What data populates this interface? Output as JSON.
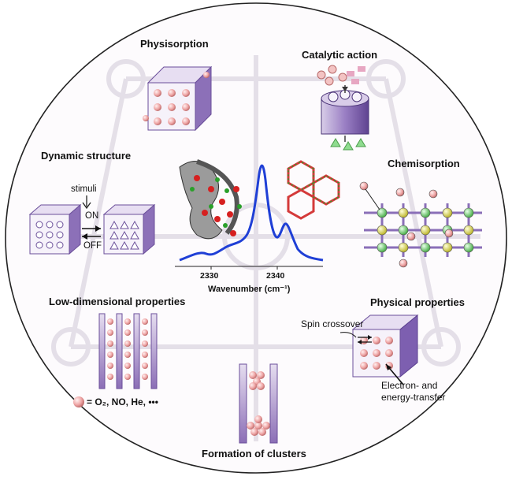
{
  "labels": {
    "physisorption": "Physisorption",
    "catalytic": "Catalytic action",
    "dynamic": "Dynamic structure",
    "chemisorption": "Chemisorption",
    "low_dim": "Low-dimensional properties",
    "physical": "Physical properties",
    "formation": "Formation of clusters"
  },
  "switch": {
    "stimuli": "stimuli",
    "on": "ON",
    "off": "OFF"
  },
  "physical_notes": {
    "spin": "Spin crossover",
    "electron_1": "Electron- and",
    "electron_2": "energy-transfer"
  },
  "legend_text": "= O₂, NO, He, •••",
  "spectrum": {
    "xlabel": "Wavenumber (cm⁻¹)",
    "ticks": [
      "2330",
      "2340"
    ]
  },
  "colors": {
    "accent_purple": "#8a6fb8",
    "spectrum_blue": "#1f3fd6",
    "sphere_pink": "#e8a0a0",
    "node_green": "#7fd07f",
    "node_yellow": "#e6e14a"
  }
}
